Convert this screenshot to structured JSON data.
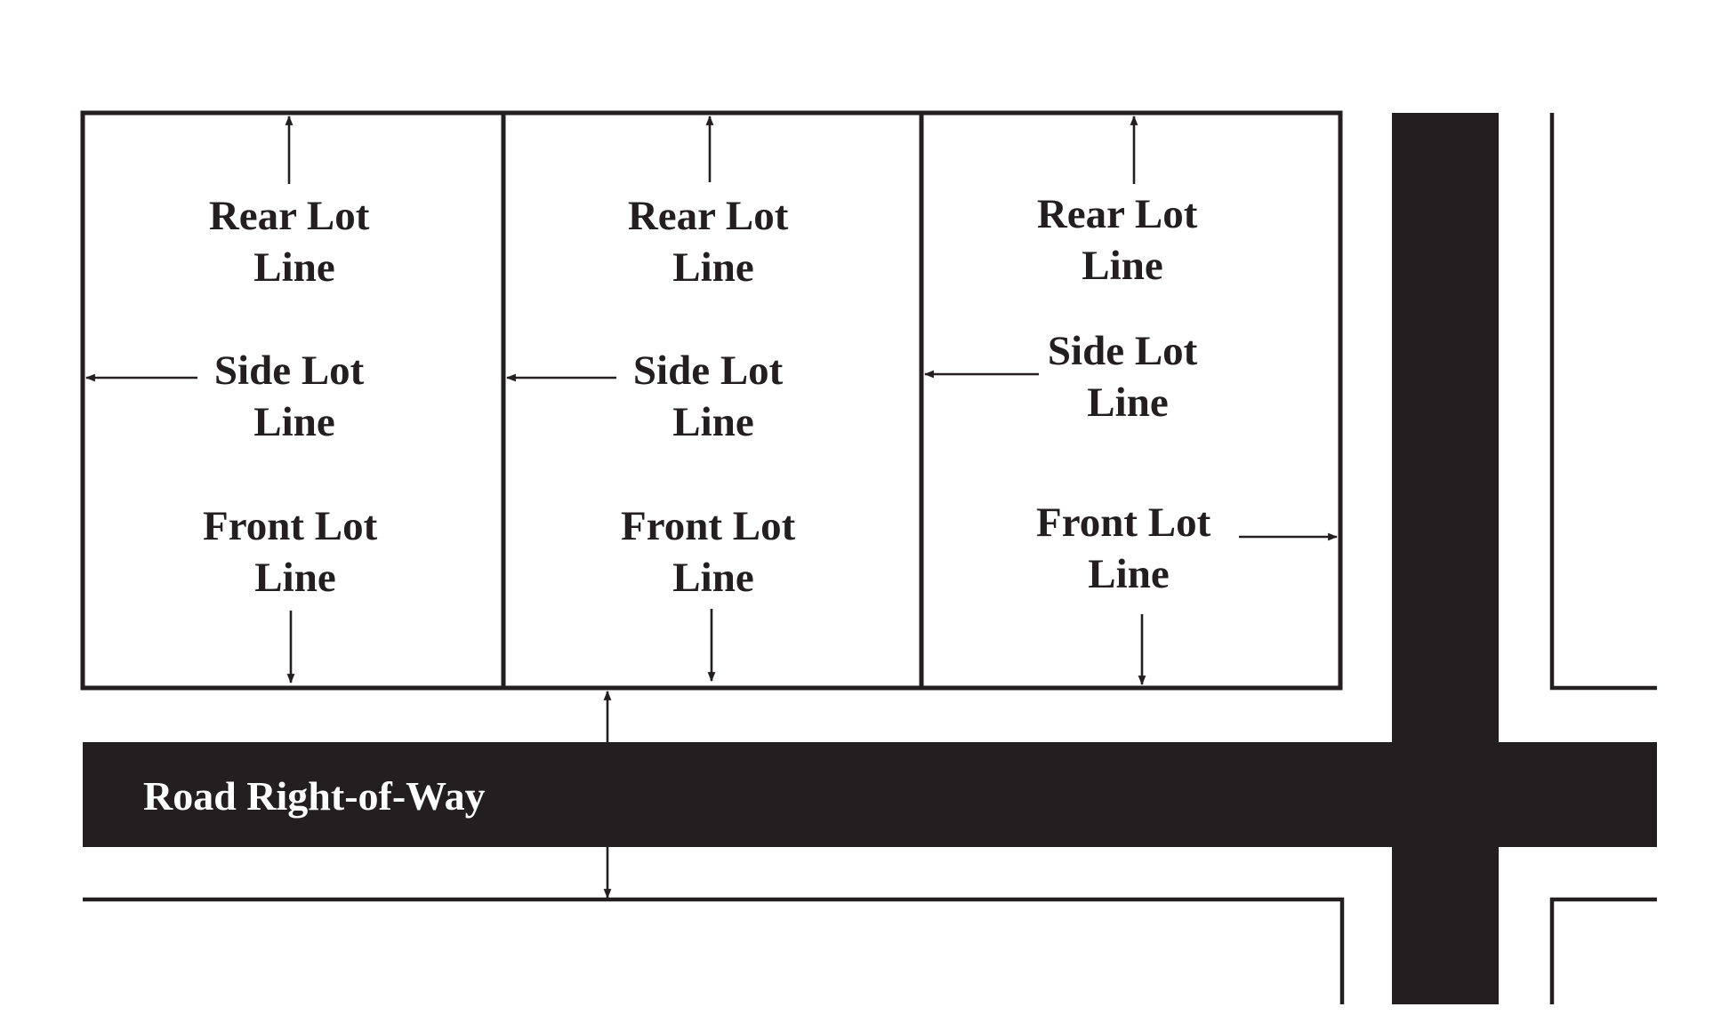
{
  "lots": [
    {
      "rear_lot_line": [
        "Rear Lot",
        "Line"
      ],
      "side_lot_line": [
        "Side Lot",
        "Line"
      ],
      "front_lot_line": [
        "Front Lot",
        "Line"
      ]
    },
    {
      "rear_lot_line": [
        "Rear Lot",
        "Line"
      ],
      "side_lot_line": [
        "Side Lot",
        "Line"
      ],
      "front_lot_line": [
        "Front Lot",
        "Line"
      ]
    },
    {
      "rear_lot_line": [
        "Rear Lot",
        "Line"
      ],
      "side_lot_line": [
        "Side Lot",
        "Line"
      ],
      "front_lot_line": [
        "Front Lot",
        "Line"
      ]
    }
  ],
  "road": {
    "label": "Road Right-of-Way"
  },
  "colors": {
    "ink": "#231f20",
    "background": "#ffffff",
    "road_text": "#ffffff"
  }
}
